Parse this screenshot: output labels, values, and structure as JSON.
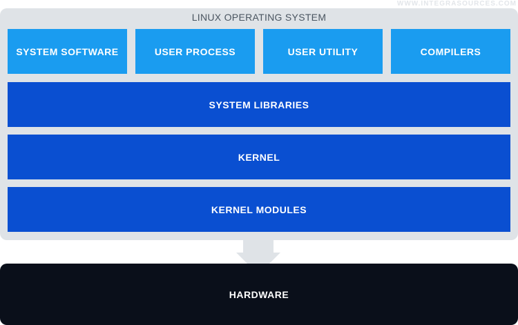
{
  "watermark": "WWW.INTEGRASOURCES.COM",
  "os": {
    "title": "LINUX OPERATING SYSTEM",
    "top_row": [
      "SYSTEM SOFTWARE",
      "USER PROCESS",
      "USER UTILITY",
      "COMPILERS"
    ],
    "system_libraries": "SYSTEM LIBRARIES",
    "kernel": "KERNEL",
    "kernel_modules": "KERNEL MODULES"
  },
  "hardware": "HARDWARE",
  "colors": {
    "panel": "#dfe3e7",
    "light_blue": "#1a9cf0",
    "dark_blue": "#0a4fd1",
    "hardware": "#0a0f1a"
  }
}
